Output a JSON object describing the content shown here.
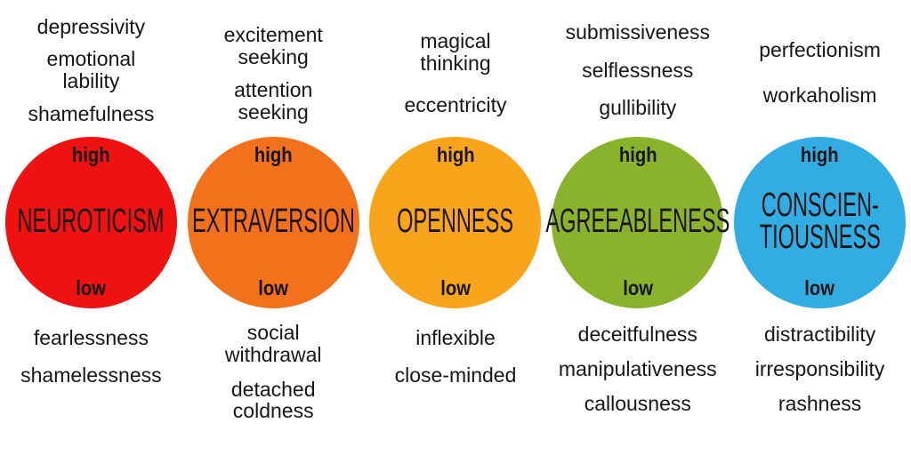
{
  "diagram": {
    "description": "Big Five personality traits with high and low expressions",
    "high_label": "high",
    "low_label": "low",
    "traits": [
      {
        "name": "NEUROTICISM",
        "color": "#f01111",
        "high": [
          "depressivity",
          "emotional\nlability",
          "shamefulness"
        ],
        "low": [
          "fearlessness",
          "shamelessness"
        ]
      },
      {
        "name": "EXTRAVERSION",
        "color": "#f4711c",
        "high": [
          "excitement\nseeking",
          "attention\nseeking"
        ],
        "low": [
          "social\nwithdrawal",
          "detached\ncoldness"
        ]
      },
      {
        "name": "OPENNESS",
        "color": "#f9a51c",
        "high": [
          "magical\nthinking",
          "eccentricity"
        ],
        "low": [
          "inflexible",
          "close-minded"
        ]
      },
      {
        "name": "AGREEABLENESS",
        "color": "#8ab32c",
        "high": [
          "submissiveness",
          "selflessness",
          "gullibility"
        ],
        "low": [
          "deceitfulness",
          "manipulativeness",
          "callousness"
        ]
      },
      {
        "name": "CONSCIEN-\nTIOUSNESS",
        "color": "#31ade3",
        "high": [
          "perfectionism",
          "workaholism"
        ],
        "low": [
          "distractibility",
          "irresponsibility",
          "rashness"
        ]
      }
    ]
  }
}
